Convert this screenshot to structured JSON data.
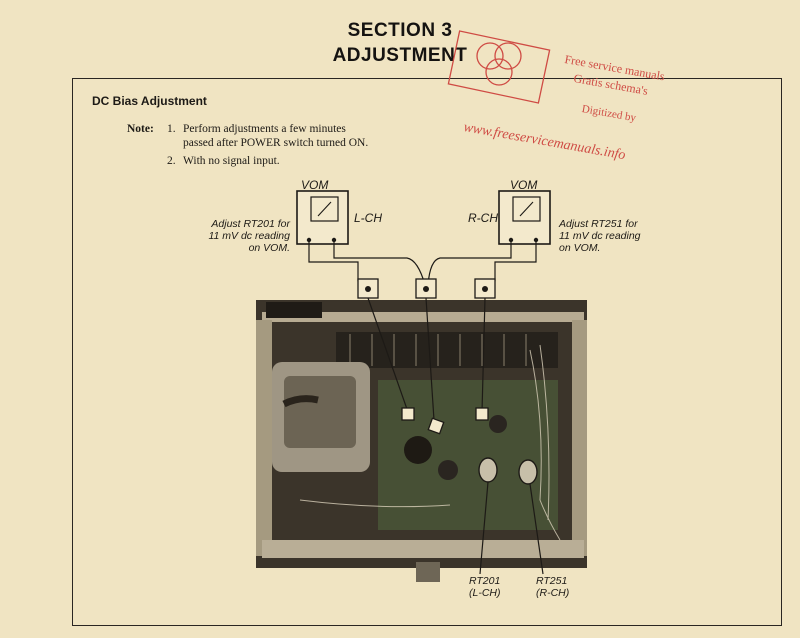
{
  "header": {
    "section": "SECTION 3",
    "title": "ADJUSTMENT"
  },
  "box_title": "DC Bias Adjustment",
  "notes": {
    "label": "Note:",
    "item1_num": "1.",
    "item1_line1": "Perform adjustments a few minutes",
    "item1_line2": "passed after POWER switch turned ON.",
    "item2_num": "2.",
    "item2_text": "With no signal input."
  },
  "meters": {
    "left": {
      "title": "VOM",
      "minus": "–",
      "plus": "+",
      "channel": "L-CH"
    },
    "right": {
      "title": "VOM",
      "minus": "–",
      "plus": "+",
      "channel": "R-CH"
    }
  },
  "instructions": {
    "left": "Adjust RT201 for\n11 mV dc reading\non VOM.",
    "right": "Adjust RT251 for\n11 mV dc reading\non VOM."
  },
  "callouts": {
    "rt201": "RT201\n(L-CH)",
    "rt251": "RT251\n(R-CH)"
  },
  "watermark": {
    "line1": "Free service manuals",
    "line2": "Gratis schema's",
    "line3": "Digitized by",
    "line4": "www.freeservicemanuals.info",
    "color": "#cf4b44"
  }
}
